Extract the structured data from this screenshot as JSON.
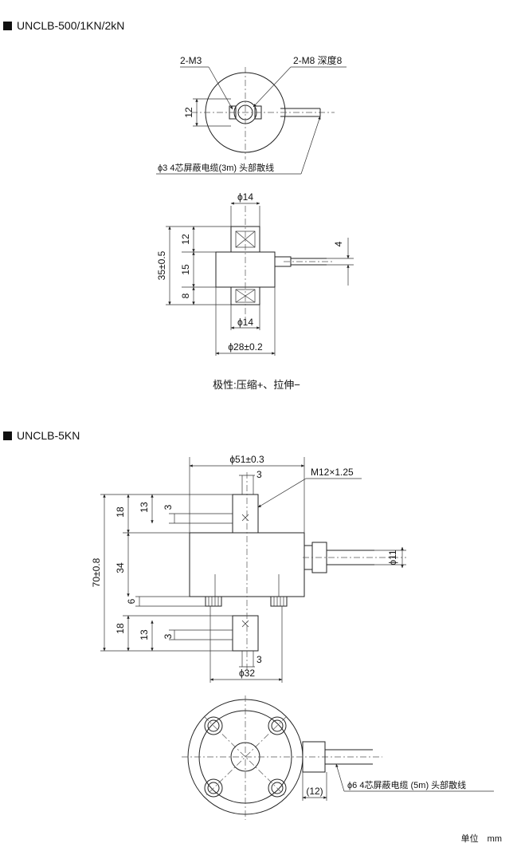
{
  "sections": [
    {
      "title": "UNCLB-500/1KN/2kN"
    },
    {
      "title": "UNCLB-5KN"
    }
  ],
  "top_view_1": {
    "label_left": "2-M3",
    "label_right": "2-M8 深度8",
    "dim_height": "12",
    "cable_note": "ϕ3 4芯屏蔽电缆(3m) 头部散线"
  },
  "side_view_1": {
    "dia_top": "ϕ14",
    "dia_bottom": "ϕ14",
    "dia_body": "ϕ28±0.2",
    "total_height": "35±0.5",
    "seg_top": "12",
    "seg_mid": "15",
    "seg_bottom": "8",
    "cable_dim": "4"
  },
  "polarity": "极性:压缩+、拉伸−",
  "side_view_2": {
    "dia_top": "ϕ51±0.3",
    "thread": "M12×1.25",
    "stud_top": "3",
    "stud_bottom": "3",
    "dia_bottom": "ϕ32",
    "total_height": "70±0.8",
    "seg_top": "18",
    "seg_top_inner": "13",
    "seg_top_small": "3",
    "seg_body": "34",
    "seg_gap": "6",
    "seg_bottom": "18",
    "seg_bottom_inner": "13",
    "seg_bottom_small": "3",
    "cable_dia": "ϕ11"
  },
  "bottom_view_2": {
    "cable_len": "(12)",
    "cable_note": "ϕ6 4芯屏蔽电缆 (5m) 头部散线"
  },
  "unit": "单位　mm"
}
